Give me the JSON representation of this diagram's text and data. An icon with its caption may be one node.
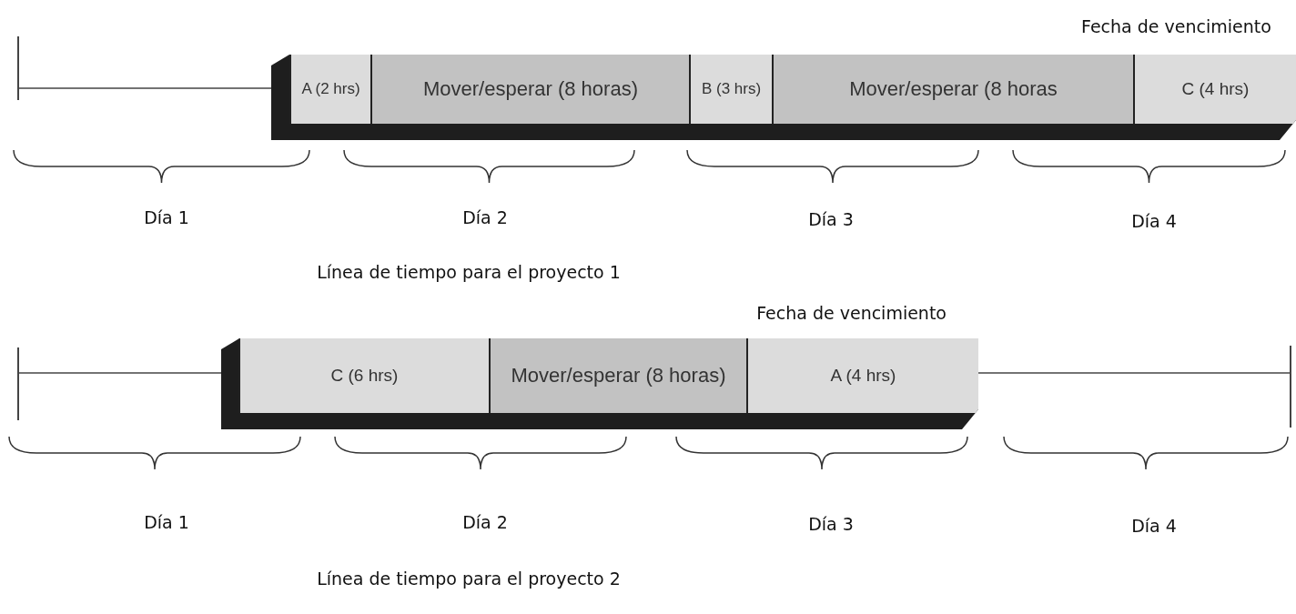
{
  "diagram": {
    "nodes": [
      {
        "text": [],
        "shape": "bar"
      },
      {
        "text": [
          "A (2 hrs)"
        ],
        "in": 0
      },
      {
        "text": [
          "Mover/esperar (8 horas)"
        ],
        "in": 0
      },
      {
        "text": [
          "B (3 hrs)"
        ],
        "in": 0
      },
      {
        "text": [
          "Mover/esperar (8 horas"
        ],
        "in": 0
      },
      {
        "text": [
          "C (4 hrs)"
        ],
        "in": 0
      },
      {
        "text": [],
        "shape": "bar"
      },
      {
        "text": [
          "C (6 hrs)"
        ],
        "in": 6
      },
      {
        "text": [
          "Mover/esperar (8 horas)"
        ],
        "in": 6
      },
      {
        "text": [
          "A (4 hrs)"
        ],
        "in": 6
      }
    ],
    "labels": [
      "Fecha de vencimiento",
      "Día 1",
      "Día 2",
      "Día 3",
      "Día 4",
      "Línea de tiempo para el proyecto 1",
      "Fecha de vencimiento",
      "Día 1",
      "Día 2",
      "Día 3",
      "Día 4",
      "Línea de tiempo para el proyecto 2"
    ]
  }
}
